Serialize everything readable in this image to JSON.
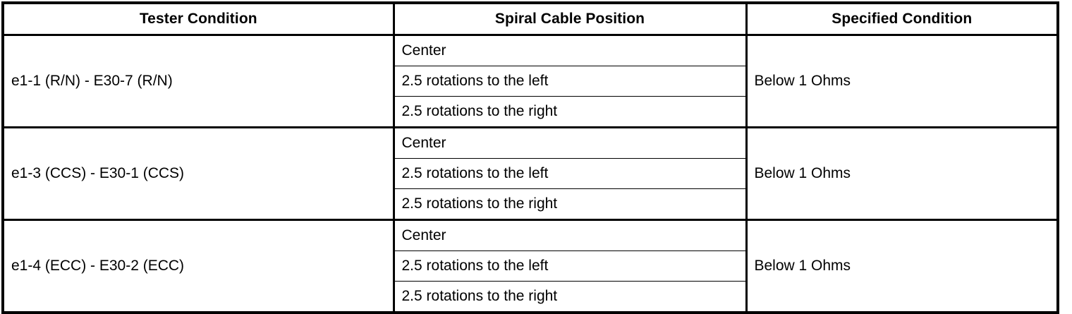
{
  "table": {
    "headers": [
      "Tester Condition",
      "Spiral Cable Position",
      "Specified Condition"
    ],
    "groups": [
      {
        "tester_condition": "e1-1 (R/N) - E30-7 (R/N)",
        "specified_condition": "Below 1 Ohms",
        "spiral_cable_positions": [
          "Center",
          "2.5 rotations to the left",
          "2.5 rotations to the right"
        ]
      },
      {
        "tester_condition": "e1-3 (CCS) - E30-1 (CCS)",
        "specified_condition": "Below 1 Ohms",
        "spiral_cable_positions": [
          "Center",
          "2.5 rotations to the left",
          "2.5 rotations to the right"
        ]
      },
      {
        "tester_condition": "e1-4 (ECC) - E30-2 (ECC)",
        "specified_condition": "Below 1 Ohms",
        "spiral_cable_positions": [
          "Center",
          "2.5 rotations to the left",
          "2.5 rotations to the right"
        ]
      }
    ]
  },
  "colors": {
    "border": "#000000",
    "text": "#000000",
    "background": "#ffffff"
  }
}
